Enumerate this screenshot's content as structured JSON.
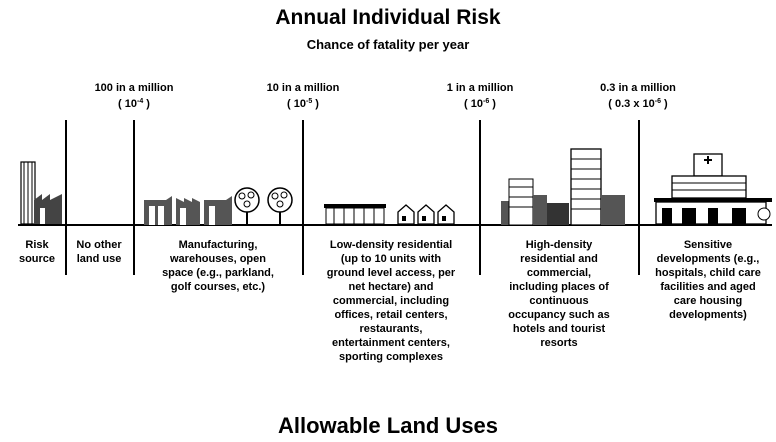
{
  "title": "Annual Individual Risk",
  "subtitle": "Chance of fatality per year",
  "risk_levels": [
    {
      "label": "100 in a million",
      "notation_base": "( 10",
      "notation_exp": "-4",
      "notation_end": " )"
    },
    {
      "label": "10 in a million",
      "notation_base": "( 10",
      "notation_exp": "-5",
      "notation_end": " )"
    },
    {
      "label": "1 in a million",
      "notation_base": "( 10",
      "notation_exp": "-6",
      "notation_end": " )"
    },
    {
      "label": "0.3 in a million",
      "notation_base": "( 0.3 x 10",
      "notation_exp": "-6",
      "notation_end": " )"
    }
  ],
  "categories": [
    {
      "lines": [
        "Risk",
        "source"
      ]
    },
    {
      "lines": [
        "No other",
        "land use"
      ]
    },
    {
      "lines": [
        "Manufacturing,",
        "warehouses, open",
        "space (e.g., parkland,",
        "golf courses, etc.)"
      ]
    },
    {
      "lines": [
        "Low-density residential",
        "(up to 10 units with",
        "ground level access, per",
        "net hectare) and",
        "commercial, including",
        "offices, retail centers,",
        "restaurants,",
        "entertainment centers,",
        "sporting complexes"
      ]
    },
    {
      "lines": [
        "High-density",
        "residential and",
        "commercial,",
        "including places of",
        "continuous",
        "occupancy such as",
        "hotels and tourist",
        "resorts"
      ]
    },
    {
      "lines": [
        "Sensitive",
        "developments (e.g.,",
        "hospitals, child care",
        "facilities and aged",
        "care housing",
        "developments)"
      ]
    }
  ],
  "bottom_title": "Allowable Land Uses"
}
